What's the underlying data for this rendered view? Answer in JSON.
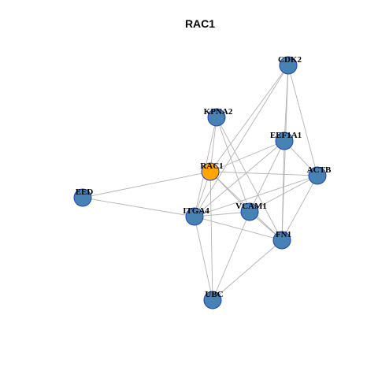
{
  "title": "RAC1",
  "colors": {
    "node_default": "#4682b4",
    "node_highlight": "#ffa500",
    "node_border": "#1f3fbf",
    "edge": "#b3b3b3"
  },
  "nodes": [
    {
      "id": "CDK2",
      "label": "CDK2",
      "highlight": false
    },
    {
      "id": "KPNA2",
      "label": "KPNA2",
      "highlight": false
    },
    {
      "id": "EEF1A1",
      "label": "EEF1A1",
      "highlight": false
    },
    {
      "id": "RAC1",
      "label": "RAC1",
      "highlight": true
    },
    {
      "id": "ACTB",
      "label": "ACTB",
      "highlight": false
    },
    {
      "id": "EED",
      "label": "EED",
      "highlight": false
    },
    {
      "id": "ITGA4",
      "label": "ITGA4",
      "highlight": false
    },
    {
      "id": "VCAM1",
      "label": "VCAM1",
      "highlight": false
    },
    {
      "id": "FN1",
      "label": "FN1",
      "highlight": false
    },
    {
      "id": "UBC",
      "label": "UBC",
      "highlight": false
    }
  ],
  "edges": [
    [
      "CDK2",
      "RAC1"
    ],
    [
      "CDK2",
      "ITGA4"
    ],
    [
      "CDK2",
      "EEF1A1"
    ],
    [
      "CDK2",
      "ACTB"
    ],
    [
      "CDK2",
      "FN1"
    ],
    [
      "KPNA2",
      "RAC1"
    ],
    [
      "KPNA2",
      "ITGA4"
    ],
    [
      "KPNA2",
      "VCAM1"
    ],
    [
      "KPNA2",
      "FN1"
    ],
    [
      "EEF1A1",
      "RAC1"
    ],
    [
      "EEF1A1",
      "ITGA4"
    ],
    [
      "EEF1A1",
      "VCAM1"
    ],
    [
      "EEF1A1",
      "FN1"
    ],
    [
      "EEF1A1",
      "ACTB"
    ],
    [
      "RAC1",
      "ACTB"
    ],
    [
      "RAC1",
      "EED"
    ],
    [
      "RAC1",
      "ITGA4"
    ],
    [
      "RAC1",
      "VCAM1"
    ],
    [
      "RAC1",
      "FN1"
    ],
    [
      "RAC1",
      "UBC"
    ],
    [
      "ACTB",
      "ITGA4"
    ],
    [
      "ACTB",
      "VCAM1"
    ],
    [
      "ACTB",
      "FN1"
    ],
    [
      "EED",
      "ITGA4"
    ],
    [
      "ITGA4",
      "VCAM1"
    ],
    [
      "ITGA4",
      "FN1"
    ],
    [
      "ITGA4",
      "UBC"
    ],
    [
      "VCAM1",
      "FN1"
    ],
    [
      "VCAM1",
      "UBC"
    ],
    [
      "FN1",
      "UBC"
    ]
  ]
}
